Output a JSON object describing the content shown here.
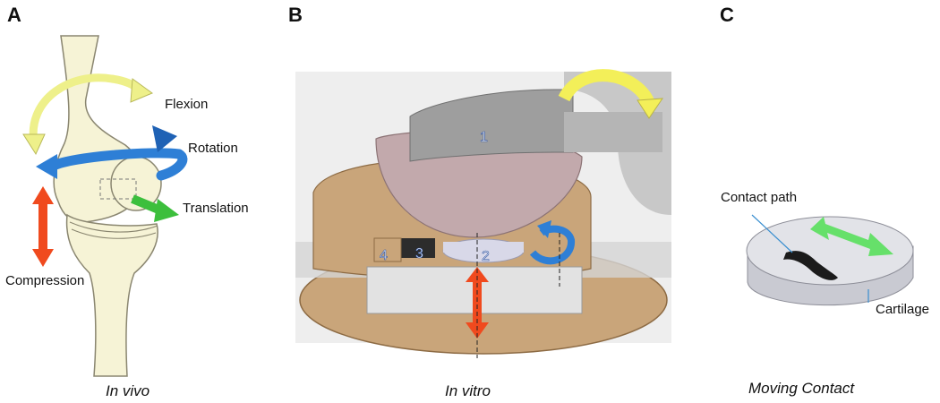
{
  "panels": [
    {
      "letter": "A",
      "caption": "In vivo",
      "labels": {
        "flexion": "Flexion",
        "rotation": "Rotation",
        "translation": "Translation",
        "compression": "Compression"
      }
    },
    {
      "letter": "B",
      "caption": "In vitro",
      "numbers": [
        "1",
        "2",
        "3",
        "4"
      ]
    },
    {
      "letter": "C",
      "caption": "Moving Contact",
      "labels": {
        "contact_path": "Contact path",
        "cartilage": "Cartilage"
      }
    }
  ],
  "colors": {
    "flexion_arrow": "#eef08a",
    "rotation_arrow": "#2e7fd6",
    "translation_arrow": "#3cbf3c",
    "compression_arrow": "#f04a1e",
    "bone": "#f6f3d6",
    "leader_line": "#3a8fd0"
  }
}
